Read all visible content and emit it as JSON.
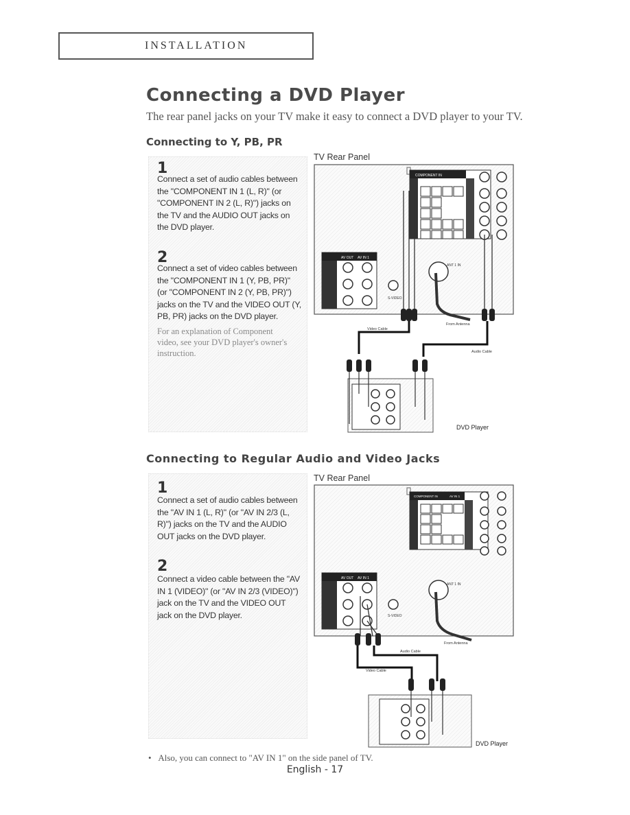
{
  "header": {
    "section": "INSTALLATION"
  },
  "title": "Connecting a DVD Player",
  "intro": "The rear panel jacks on your TV make it easy to connect a DVD player to your TV.",
  "section1": {
    "heading": "Connecting to Y, PB, PR",
    "panel_label": "TV Rear Panel",
    "steps": [
      {
        "num": "1",
        "text": "Connect a set of audio cables between the \"COMPONENT IN 1 (L, R)\" (or \"COMPONENT IN 2 (L, R)\") jacks on the TV and the AUDIO OUT jacks on the DVD player."
      },
      {
        "num": "2",
        "text": "Connect a set of video cables between the \"COMPONENT IN 1 (Y, PB, PR)\" (or \"COMPONENT IN 2 (Y, PB, PR)\") jacks on the TV and the VIDEO OUT (Y, PB, PR) jacks on the DVD player."
      }
    ],
    "note": "For an explanation of Component video, see your DVD player's owner's instruction.",
    "diagram_labels": {
      "video_cable": "Video Cable",
      "audio_cable": "Audio Cable",
      "from_antenna": "From Antenna",
      "ant_in": "ANT 1 IN",
      "s_video": "S-VIDEO",
      "dvd_player": "DVD Player",
      "av_out": "AV OUT",
      "av_in": "AV IN 1",
      "component_in": "COMPONENT IN"
    }
  },
  "section2": {
    "heading": "Connecting to Regular Audio and Video Jacks",
    "panel_label": "TV Rear Panel",
    "steps": [
      {
        "num": "1",
        "text": "Connect a set of audio cables between the \"AV IN 1 (L, R)\" (or \"AV IN 2/3 (L, R)\") jacks on the TV and the AUDIO OUT jacks on the DVD player."
      },
      {
        "num": "2",
        "text": "Connect a video cable between the \"AV IN 1 (VIDEO)\" (or \"AV IN 2/3 (VIDEO)\") jack on the TV and the VIDEO OUT jack on the DVD player."
      }
    ],
    "diagram_labels": {
      "video_cable": "Video Cable",
      "audio_cable": "Audio Cable",
      "from_antenna": "From Antenna",
      "ant_in": "ANT 1 IN",
      "s_video": "S-VIDEO",
      "dvd_player": "DVD Player",
      "av_out": "AV OUT",
      "av_in": "AV IN 1",
      "component_in": "COMPONENT IN"
    }
  },
  "bullet_note": "Also, you can connect to \"AV IN 1\" on the side panel of TV.",
  "footer": "English - 17"
}
